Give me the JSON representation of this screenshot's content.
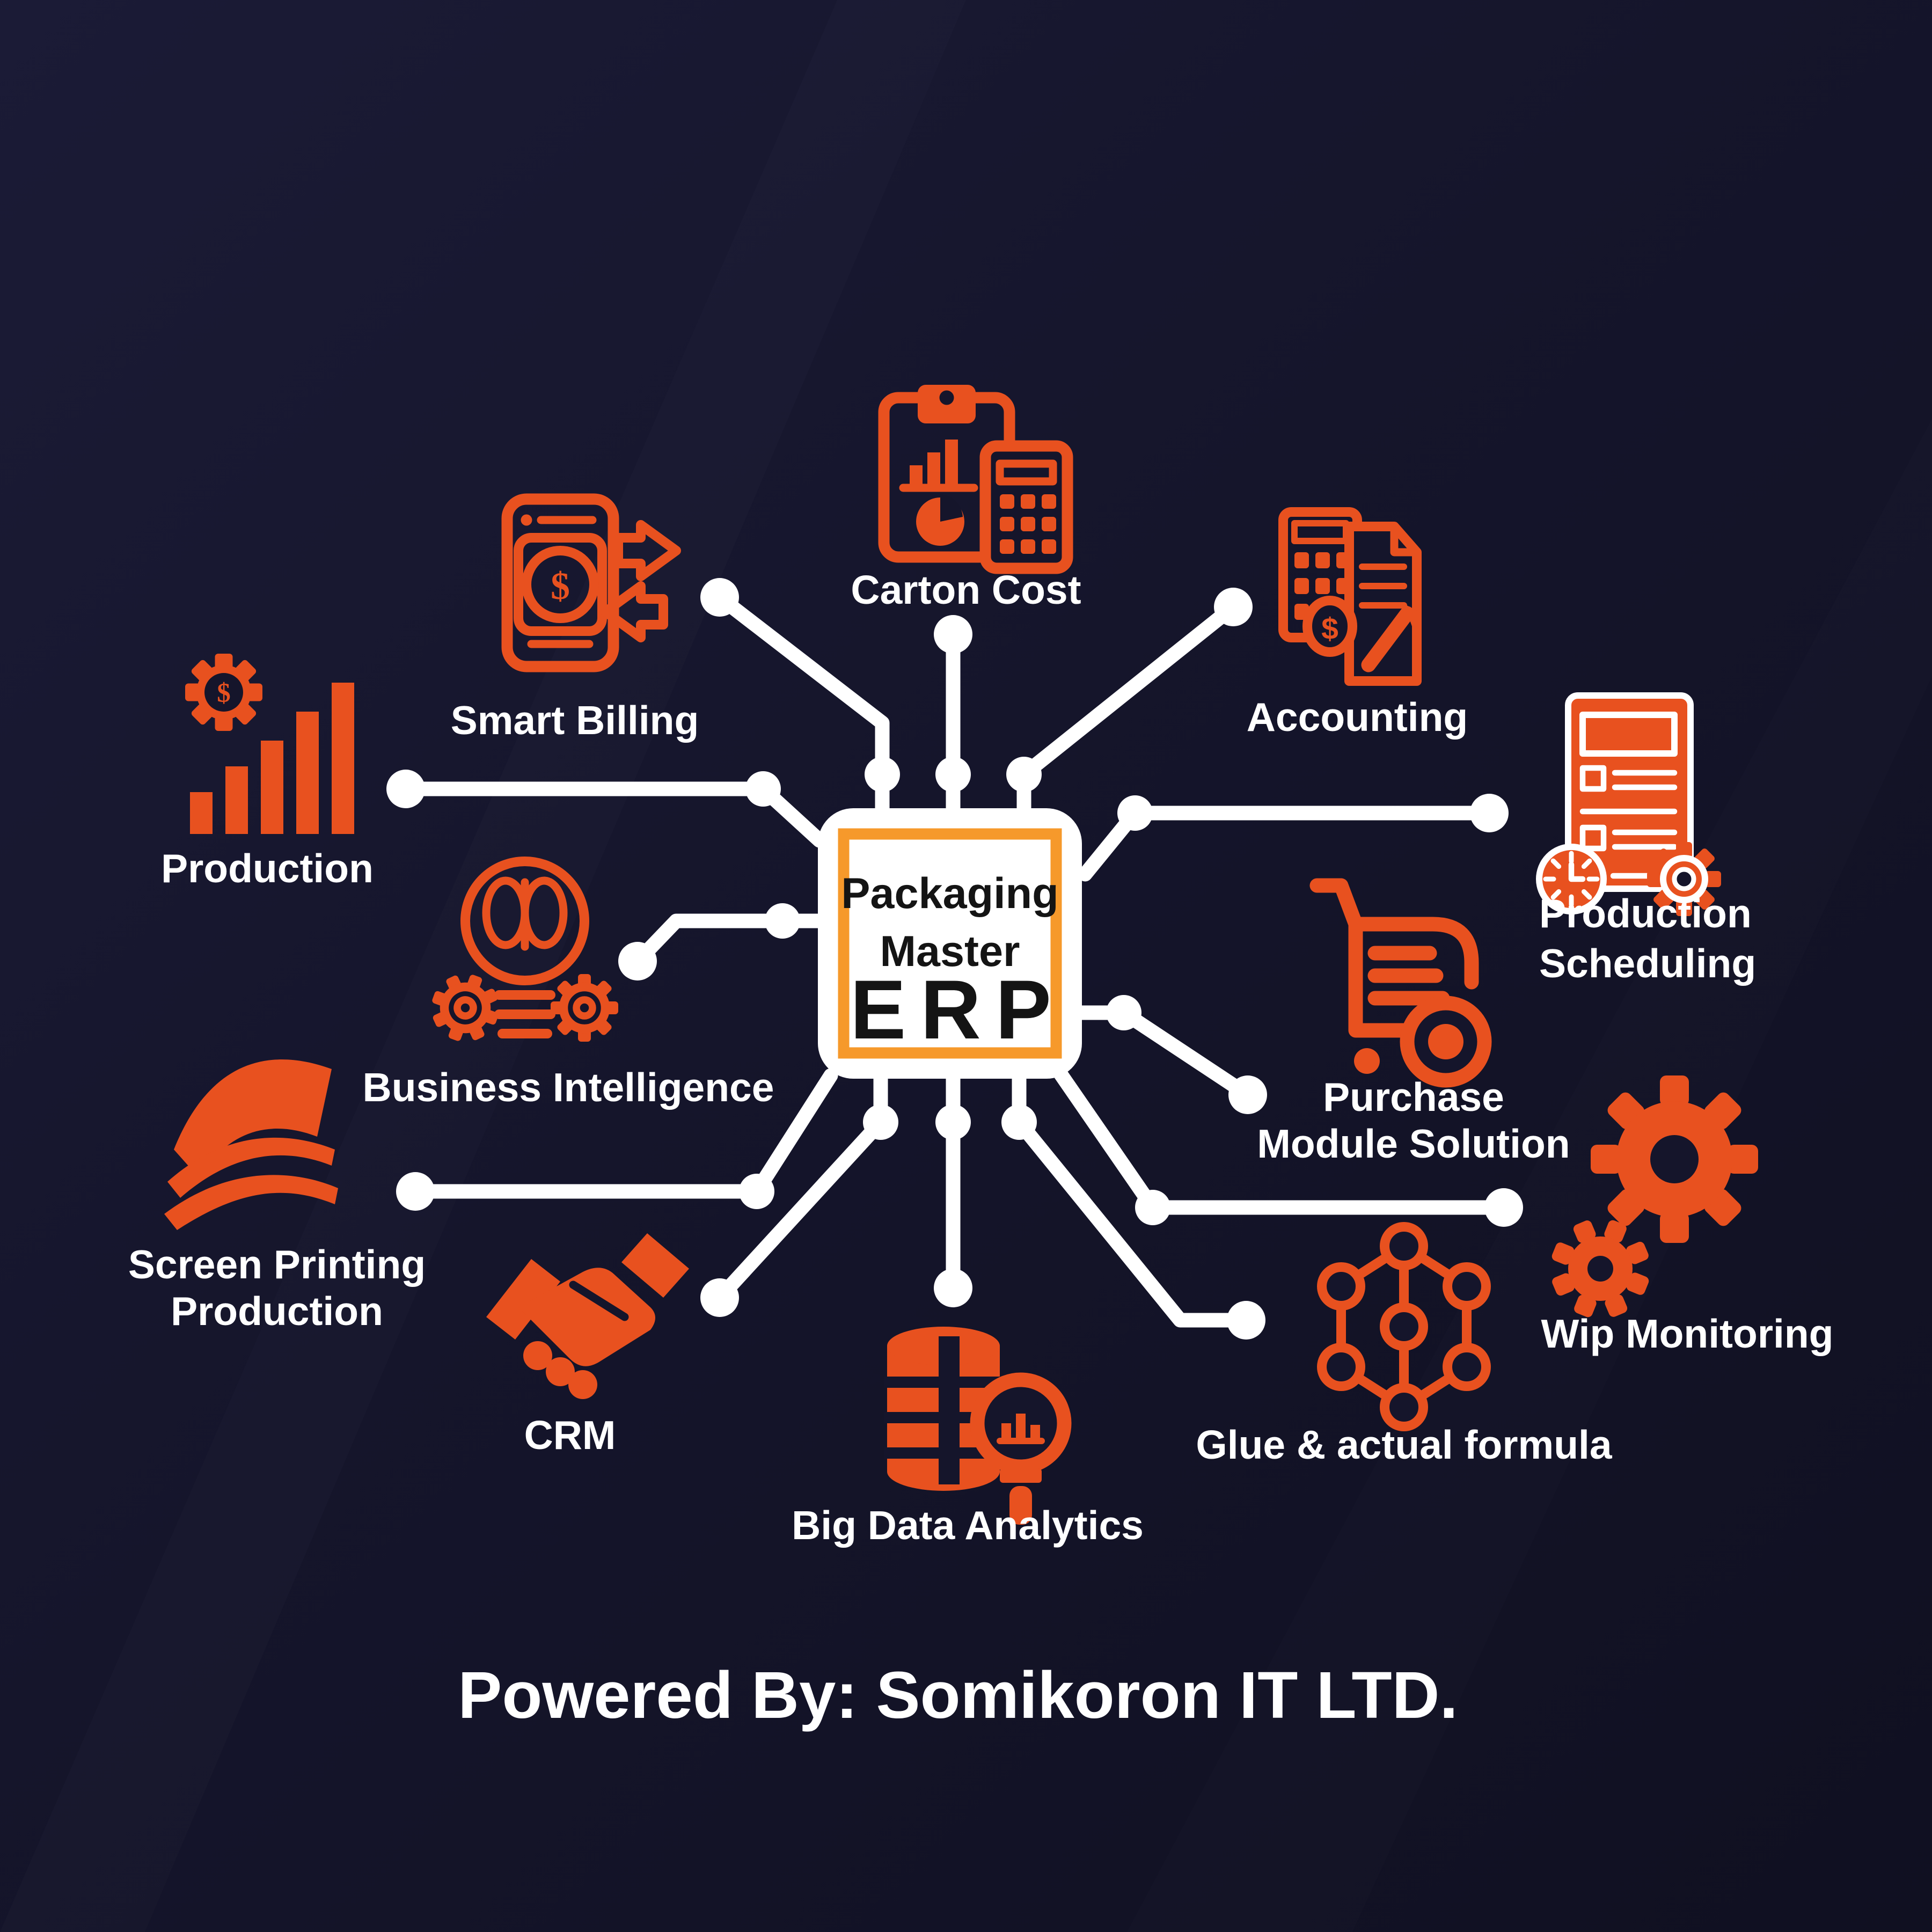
{
  "chip": {
    "line1": "Packaging",
    "line2": "Master",
    "line3": "ERP"
  },
  "footer": {
    "text": "Powered By: Somikoron IT LTD."
  },
  "colors": {
    "background": "#15152B",
    "accent_orange": "#E8511F",
    "chip_border_orange": "#F6992B",
    "connector_white": "#FFFFFF",
    "label_white": "#FFFFFF",
    "chip_text": "#141414"
  },
  "modules": [
    {
      "id": "carton-cost",
      "label": "Carton Cost",
      "icon": "clipboard-calculator-icon"
    },
    {
      "id": "accounting",
      "label": "Accounting",
      "icon": "calculator-document-pen-icon"
    },
    {
      "id": "production-scheduling",
      "label_line1": "Production",
      "label_line2": "Scheduling",
      "icon": "document-clock-gear-icon"
    },
    {
      "id": "purchase-module-solution",
      "label_line1": "Purchase",
      "label_line2": "Module Solution",
      "icon": "shopping-cart-icon"
    },
    {
      "id": "wip-monitoring",
      "label": "Wip Monitoring",
      "icon": "gears-icon"
    },
    {
      "id": "glue-actual-formula",
      "label": "Glue & actual formula",
      "icon": "molecule-icon"
    },
    {
      "id": "big-data-analytics",
      "label": "Big Data Analytics",
      "icon": "database-magnifier-icon"
    },
    {
      "id": "crm",
      "label": "CRM",
      "icon": "handshake-icon"
    },
    {
      "id": "screen-printing-production",
      "label_line1": "Screen Printing",
      "label_line2": "Production",
      "icon": "printing-sheets-icon"
    },
    {
      "id": "business-intelligence",
      "label": "Business Intelligence",
      "icon": "bulb-brain-gears-icon"
    },
    {
      "id": "production",
      "label": "Production",
      "icon": "bar-chart-gear-icon"
    },
    {
      "id": "smart-billing",
      "label": "Smart Billing",
      "icon": "mobile-billing-icon"
    }
  ]
}
